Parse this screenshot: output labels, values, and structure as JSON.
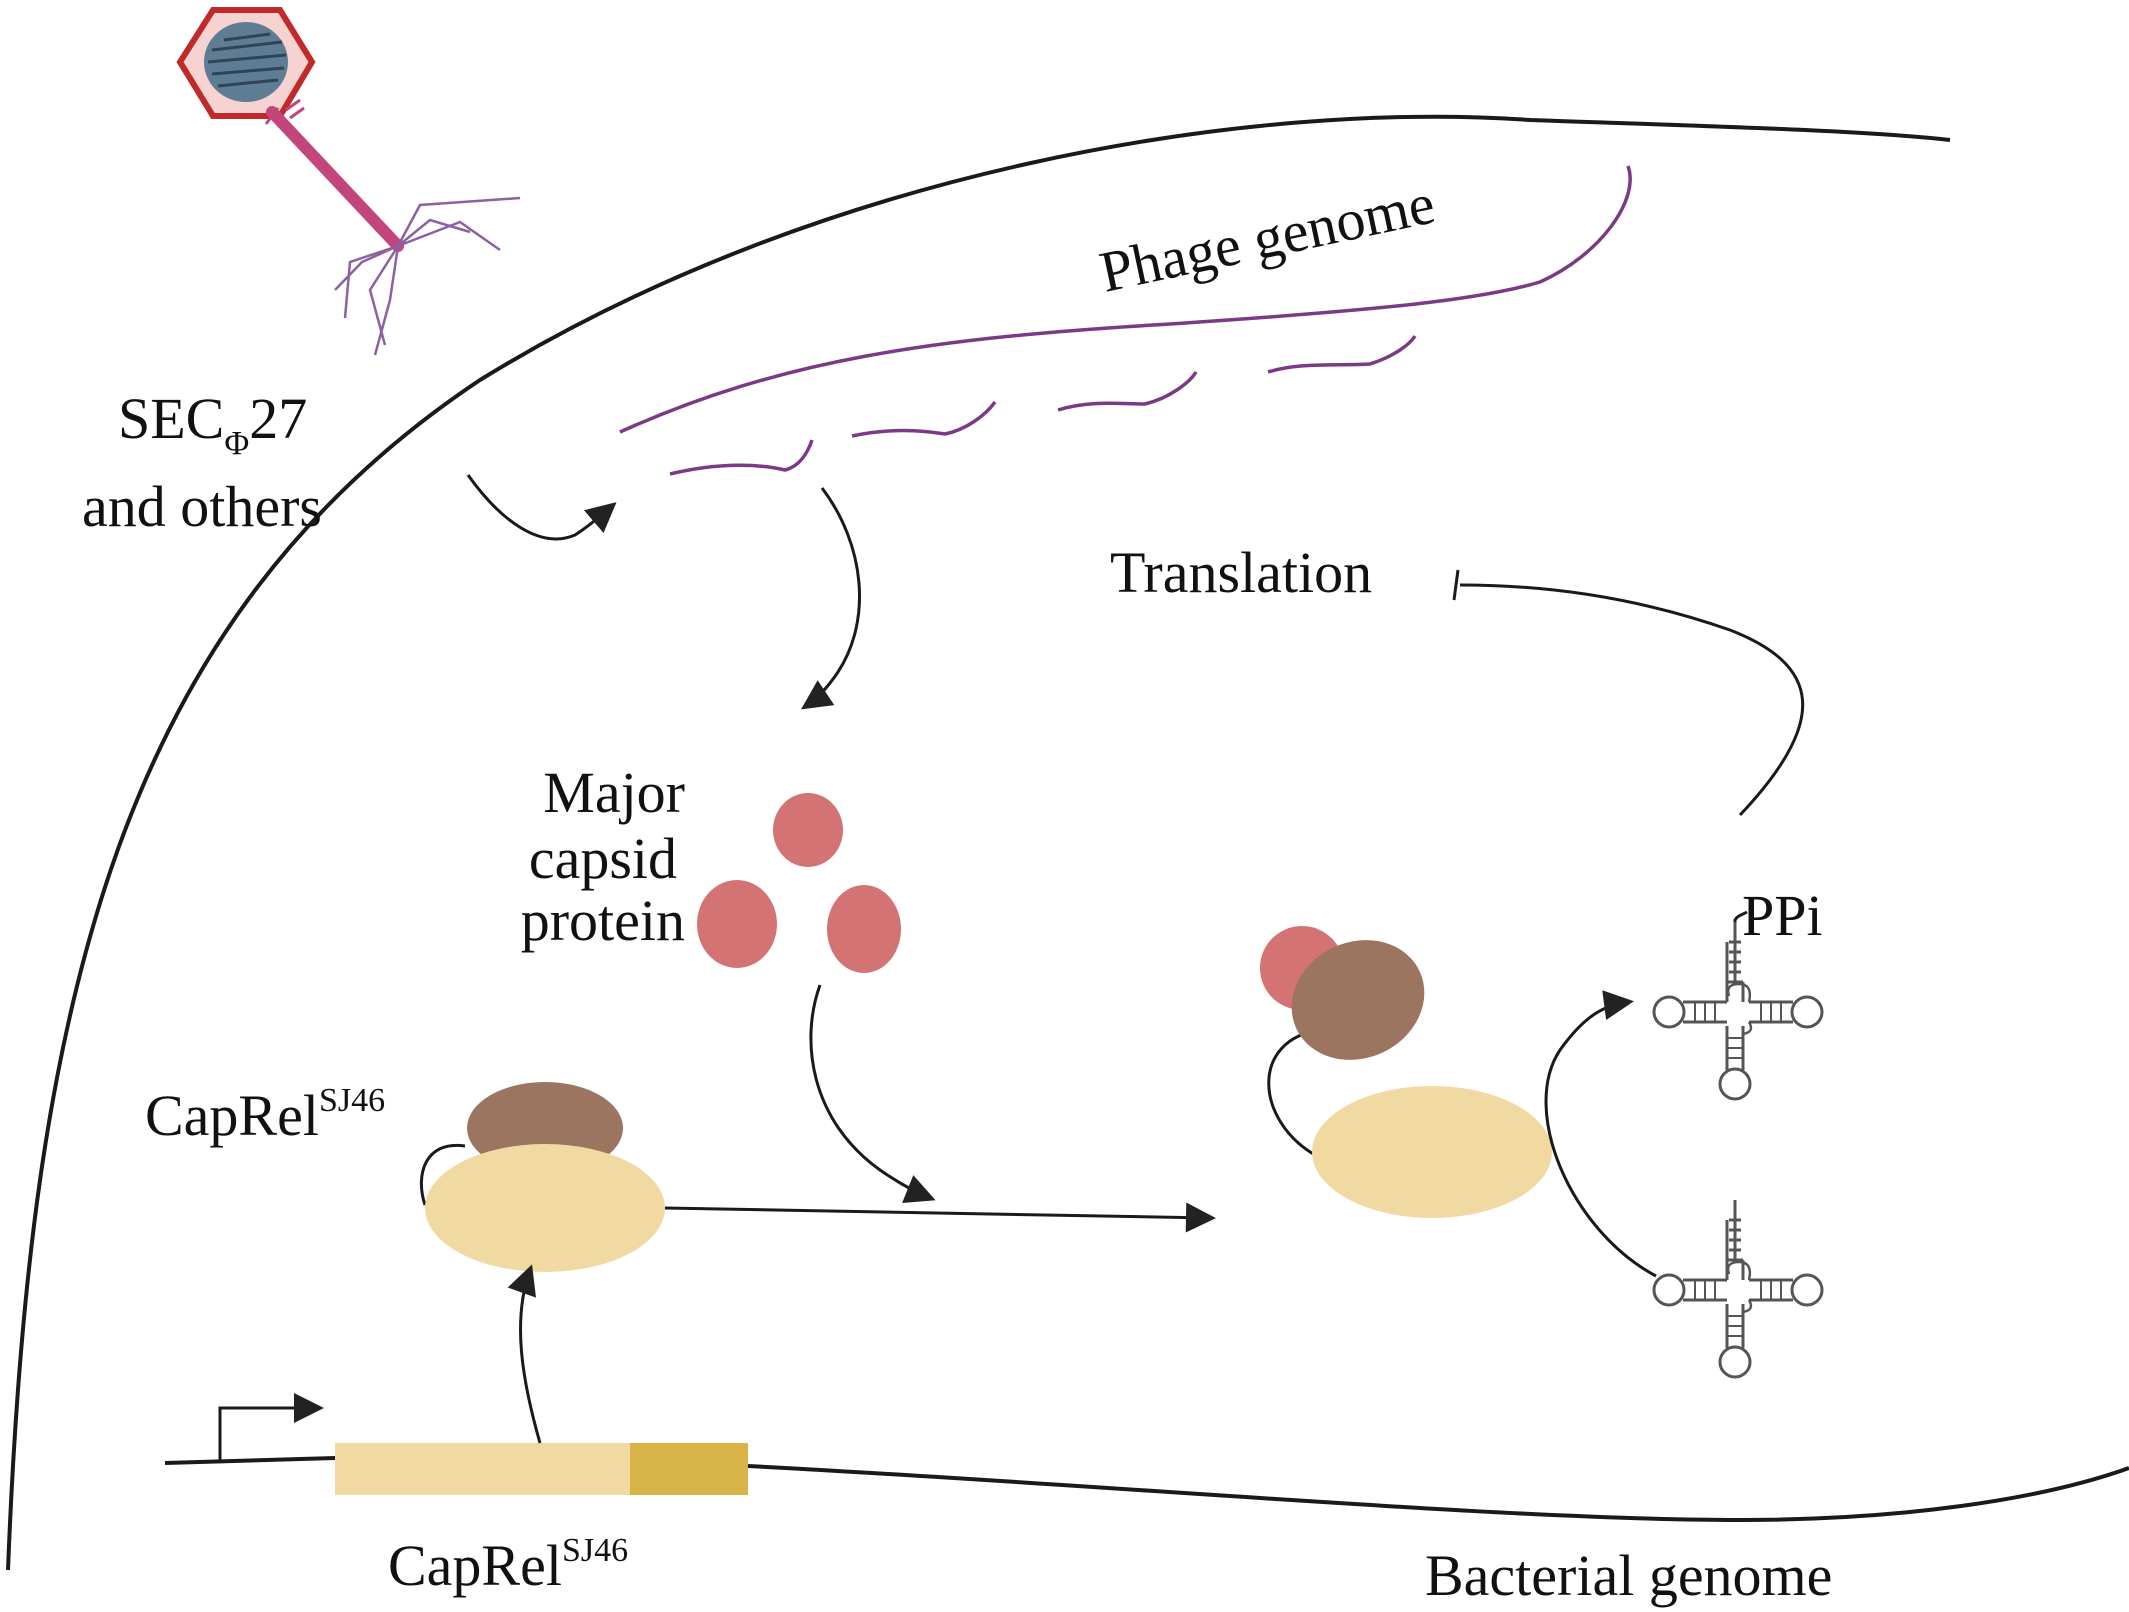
{
  "labels": {
    "phage_name": "SEC",
    "phage_sub": "Φ",
    "phage_num": "27",
    "phage_others": "and others",
    "phage_genome": "Phage genome",
    "translation": "Translation",
    "major_line1": "Major",
    "major_line2": "capsid",
    "major_line3": "protein",
    "caprel_complex": "CapRel",
    "caprel_complex_sup": "SJ46",
    "caprel_gene": "CapRel",
    "caprel_gene_sup": "SJ46",
    "ppi": "PPi",
    "bacterial_genome": "Bacterial genome"
  },
  "colors": {
    "capsid_protein": "#D47374",
    "caprel_toxin": "#F0DAA2",
    "caprel_antitoxin": "#9C7561",
    "gene_main": "#F0DAA2",
    "gene_end": "#D8B348",
    "phage_dna": "#7B3A86",
    "phage_head": "#C02A2A",
    "phage_tail": "#C2467C",
    "line": "#1A1A1A"
  }
}
